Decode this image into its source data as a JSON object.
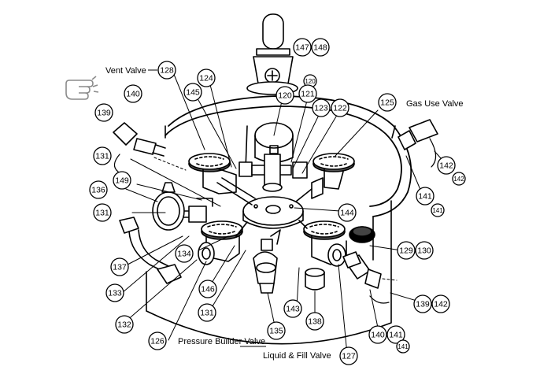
{
  "labels": {
    "vent_valve": "Vent Valve",
    "gas_use_valve": "Gas Use Valve",
    "pressure_builder_valve": "Pressure Builder Valve",
    "liquid_fill_valve": "Liquid & Fill Valve"
  },
  "callouts": [
    "147",
    "148",
    "120",
    "120",
    "128",
    "124",
    "145",
    "121",
    "123",
    "122",
    "125",
    "140",
    "139",
    "131",
    "136",
    "149",
    "131",
    "137",
    "133",
    "132",
    "134",
    "146",
    "131",
    "126",
    "135",
    "143",
    "138",
    "144",
    "129",
    "130",
    "127",
    "140",
    "141",
    "141",
    "139",
    "142",
    "141",
    "141",
    "142",
    "142"
  ],
  "icons": {
    "pointer": "hand-pointer-icon"
  }
}
